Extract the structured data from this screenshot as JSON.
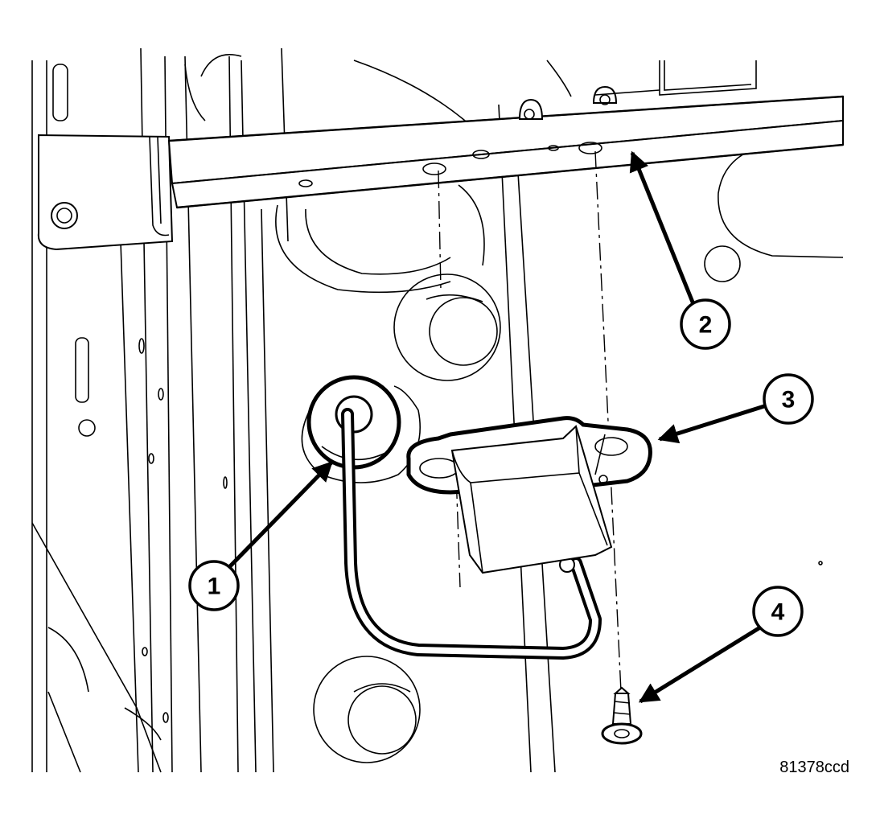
{
  "figure_id": "81378ccd",
  "callouts": [
    {
      "number": "1"
    },
    {
      "number": "2"
    },
    {
      "number": "3"
    },
    {
      "number": "4"
    }
  ]
}
